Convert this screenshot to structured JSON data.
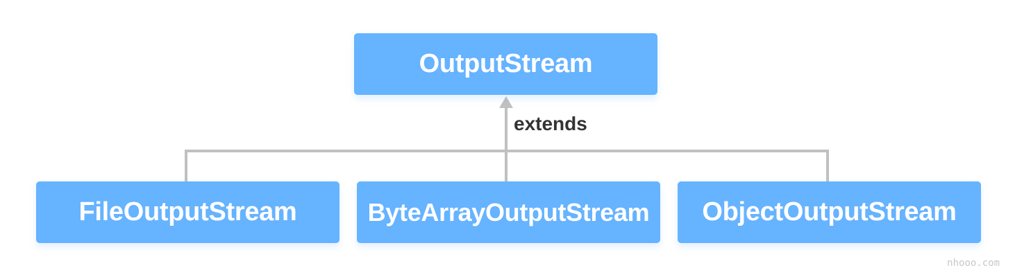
{
  "diagram": {
    "parent": {
      "label": "OutputStream"
    },
    "relation_label": "extends",
    "children": [
      {
        "label": "FileOutputStream"
      },
      {
        "label": "ByteArrayOutputStream"
      },
      {
        "label": "ObjectOutputStream"
      }
    ]
  },
  "watermark": "nhooo.com",
  "colors": {
    "node_fill": "#66b3ff",
    "node_text": "#ffffff",
    "connector": "#c0c0c0",
    "label_text": "#333333",
    "watermark": "#c8c8c8"
  }
}
